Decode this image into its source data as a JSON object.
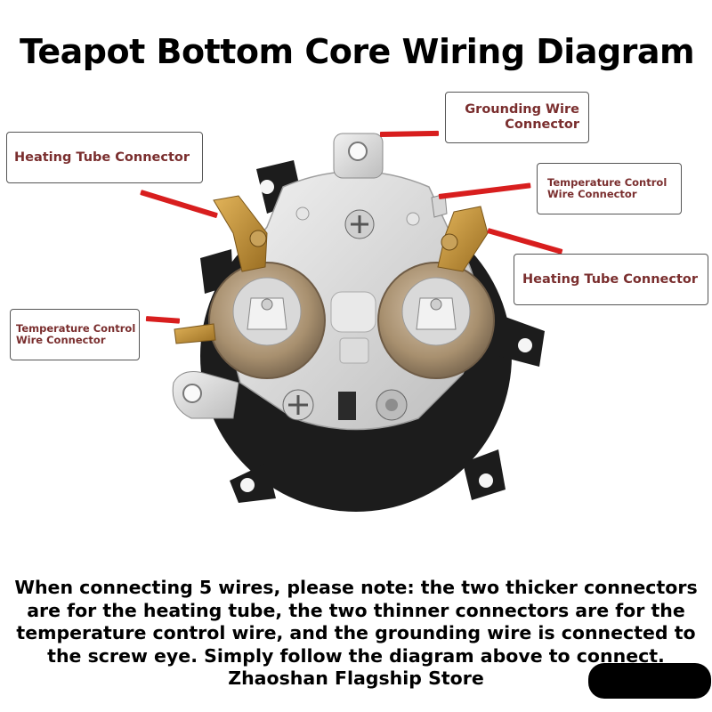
{
  "title": "Teapot Bottom Core Wiring Diagram",
  "labels": {
    "grounding": "Grounding Wire\nConnector",
    "heating_left": "Heating Tube Connector",
    "temp_right": "Temperature Control\nWire Connector",
    "heating_right": "Heating Tube Connector",
    "temp_left": "Temperature Control\nWire Connector"
  },
  "note": "When connecting 5 wires, please note: the two thicker connectors are for the heating tube, the two thinner connectors are for the temperature control wire, and the grounding wire is connected to the screw eye. Simply follow the diagram above to connect. Zhaoshan Flagship Store",
  "colors": {
    "label_text": "#7a2e2e",
    "pointer": "#d81e1e",
    "label_border": "#555555"
  }
}
